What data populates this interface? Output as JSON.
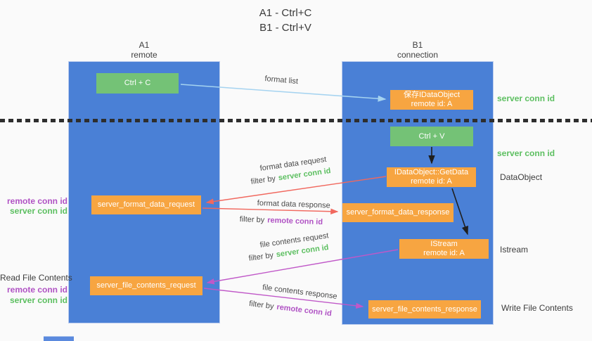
{
  "title": {
    "line1": "A1 - Ctrl+C",
    "line2": "B1 - Ctrl+V"
  },
  "lanes": {
    "left": {
      "id": "A1",
      "name": "remote"
    },
    "right": {
      "id": "B1",
      "name": "connection"
    }
  },
  "nodes": {
    "ctrl_c": {
      "label": "Ctrl + C"
    },
    "ctrl_v": {
      "label": "Ctrl + V"
    },
    "save_dataobject": {
      "line1": "保存IDataObject",
      "line2": "remote id: A"
    },
    "getdata": {
      "line1": "IDataObject::GetData",
      "line2": "remote id: A"
    },
    "istream": {
      "line1": "IStream",
      "line2": "remote id: A"
    },
    "format_request": {
      "label": "server_format_data_request"
    },
    "format_response": {
      "label": "server_format_data_response"
    },
    "file_request": {
      "label": "server_file_contents_request"
    },
    "file_response": {
      "label": "server_file_contents_response"
    }
  },
  "side_labels": {
    "right_server_conn_1": "server conn id",
    "right_server_conn_2": "server conn id",
    "dataobject": "DataObject",
    "istream": "Istream",
    "write_file": "Write File Contents",
    "read_file": "Read File Contents",
    "left_remote_conn_1": "remote conn id",
    "left_server_conn_1": "server conn id",
    "left_remote_conn_2": "remote conn id",
    "left_server_conn_2": "server conn id"
  },
  "edge_labels": {
    "format_list": "format list",
    "format_data_request": "format data request",
    "format_data_response": "format data response",
    "file_contents_request": "file contents request",
    "file_contents_response": "file contents response",
    "filter_by": "filter by",
    "server_conn_id": "server conn id",
    "remote_conn_id": "remote conn id"
  },
  "colors": {
    "lane_blue": "#4a80d6",
    "box_green": "#74c276",
    "box_orange": "#f7a541",
    "green_text": "#5cbf60",
    "purple_text": "#b052c4",
    "arrow_red": "#f1685e",
    "arrow_magenta": "#c058c8",
    "arrow_lightblue": "#a5d3f0",
    "arrow_black": "#1f1f1f",
    "background": "#fafafa"
  }
}
